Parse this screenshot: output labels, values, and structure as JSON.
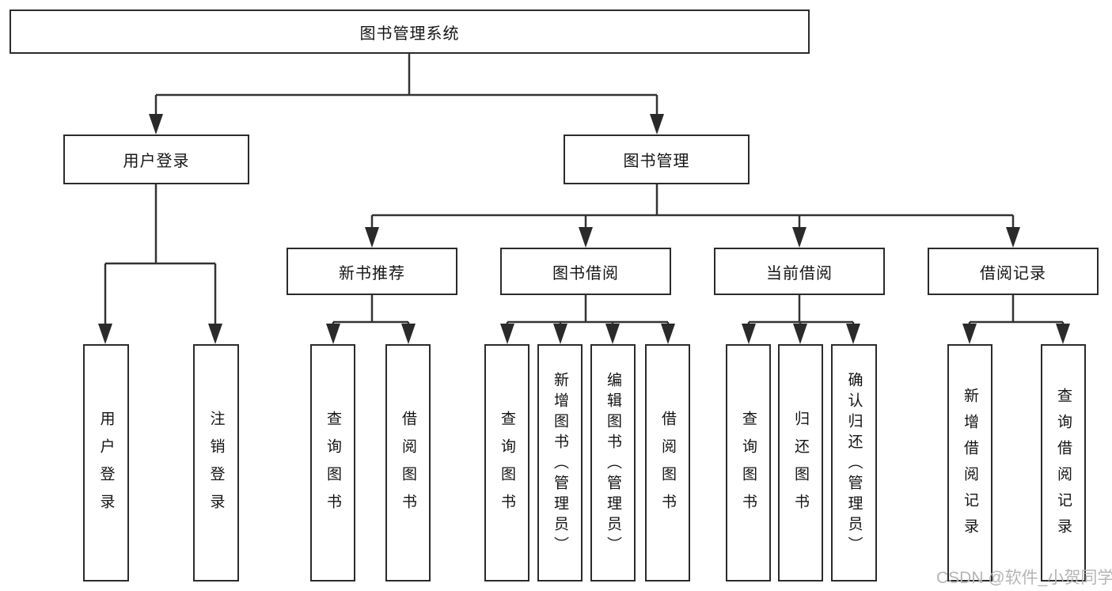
{
  "title": "图书管理系统",
  "watermark": "CSDN @软件_小贺同学",
  "colors": {
    "line": "#333333",
    "box_border": "#2b2b2b",
    "text": "#141414",
    "watermark": "#b5b5b5",
    "background": "#ffffff"
  },
  "tree": {
    "root": "图书管理系统",
    "branches": [
      {
        "label": "用户登录",
        "children": [
          "用户登录",
          "注销登录"
        ]
      },
      {
        "label": "图书管理",
        "children": [
          {
            "label": "新书推荐",
            "children": [
              "查询图书",
              "借阅图书"
            ]
          },
          {
            "label": "图书借阅",
            "children": [
              "查询图书",
              "新增图书（管理员）",
              "编辑图书（管理员）",
              "借阅图书"
            ]
          },
          {
            "label": "当前借阅",
            "children": [
              "查询图书",
              "归还图书",
              "确认归还（管理员）"
            ]
          },
          {
            "label": "借阅记录",
            "children": [
              "新增借阅记录",
              "查询借阅记录"
            ]
          }
        ]
      }
    ]
  }
}
